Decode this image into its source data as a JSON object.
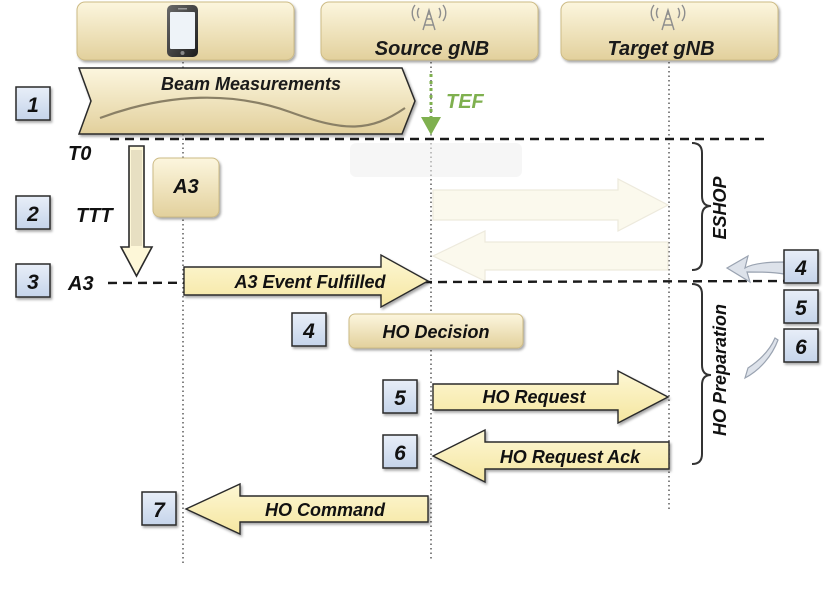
{
  "entities": {
    "source": "Source gNB",
    "target": "Target gNB"
  },
  "steps": {
    "s1": "1",
    "s2": "2",
    "s3": "3",
    "s4": "4",
    "s5": "5",
    "s6": "6",
    "s7": "7"
  },
  "side_steps": {
    "s4": "4",
    "s5": "5",
    "s6": "6"
  },
  "labels": {
    "beam_measurements": "Beam Measurements",
    "tef": "TEF",
    "t0": "T0",
    "ttt": "TTT",
    "a3_time": "A3",
    "a3_box": "A3",
    "a3_event": "A3 Event Fulfilled",
    "ho_decision": "HO Decision",
    "ho_request": "HO Request",
    "ho_request_ack": "HO Request Ack",
    "ho_command": "HO Command",
    "eshop": "ESHOP",
    "ho_preparation": "HO Preparation"
  },
  "colors": {
    "box_fill_top": "#fbf3d5",
    "box_fill_bottom": "#e6d4a0",
    "arrow_fill": "#fbf0b8",
    "step_box": "#d6e2f2",
    "tef_green": "#7fb04f",
    "curved_arrow": "#d9dee8"
  }
}
